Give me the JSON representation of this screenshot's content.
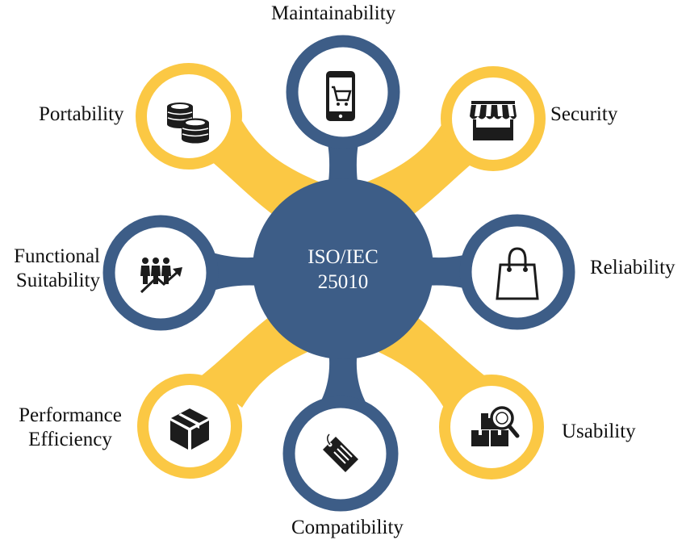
{
  "center": {
    "line1": "ISO/IEC",
    "line2": "25010"
  },
  "characteristics": {
    "maintainability": "Maintainability",
    "security": "Security",
    "reliability": "Reliability",
    "usability": "Usability",
    "compatibility": "Compatibility",
    "performance_line1": "Performance",
    "performance_line2": "Efficiency",
    "functional_line1": "Functional",
    "functional_line2": "Suitability",
    "portability": "Portability"
  },
  "colors": {
    "navy": "#3d5d87",
    "yellow": "#fbc844",
    "icon": "#1c1c1c",
    "white": "#ffffff"
  },
  "icons": {
    "maintainability": "mobile-shopping-cart-icon",
    "security": "storefront-icon",
    "reliability": "shopping-bag-icon",
    "usability": "inventory-search-icon",
    "compatibility": "price-tag-icon",
    "performance": "package-box-icon",
    "functional": "team-growth-icon",
    "portability": "coin-stacks-icon"
  }
}
